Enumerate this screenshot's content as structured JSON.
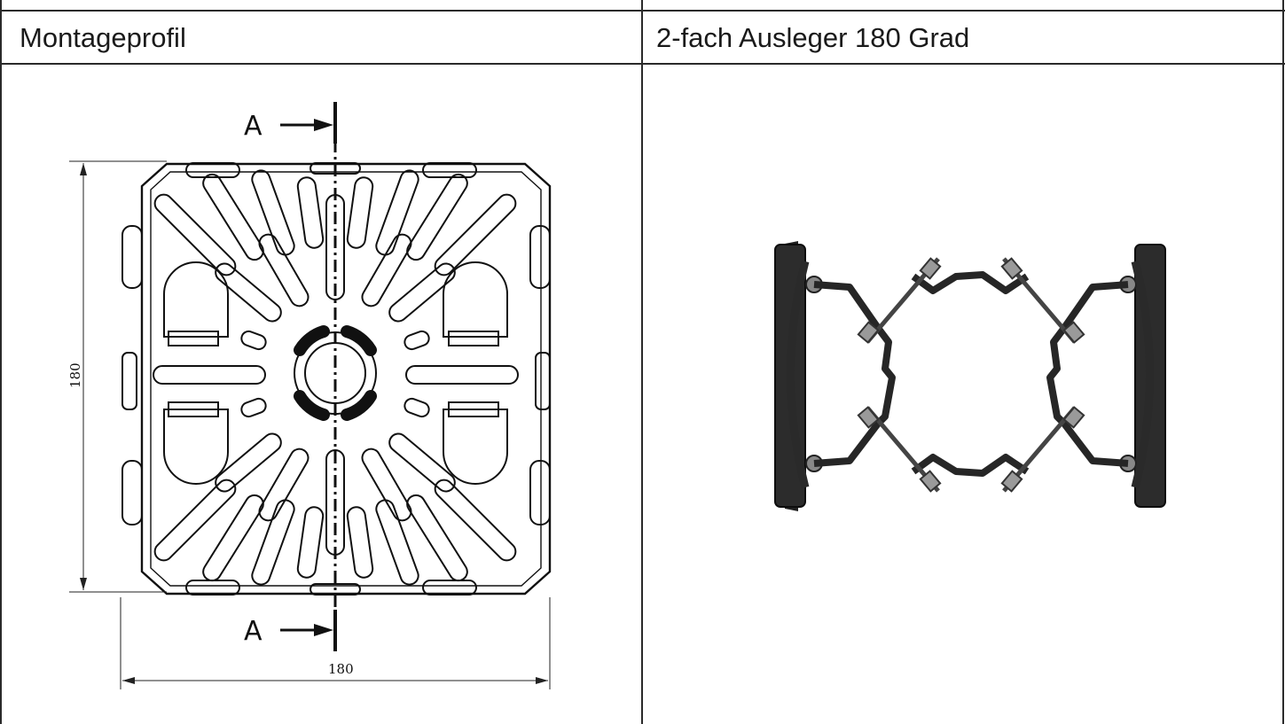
{
  "table": {
    "left_header": "Montageprofil",
    "right_header": "2-fach Ausleger 180 Grad"
  },
  "drawing": {
    "section_label_top": "A",
    "section_label_bottom": "A",
    "dim_height": "180",
    "dim_width": "180"
  }
}
